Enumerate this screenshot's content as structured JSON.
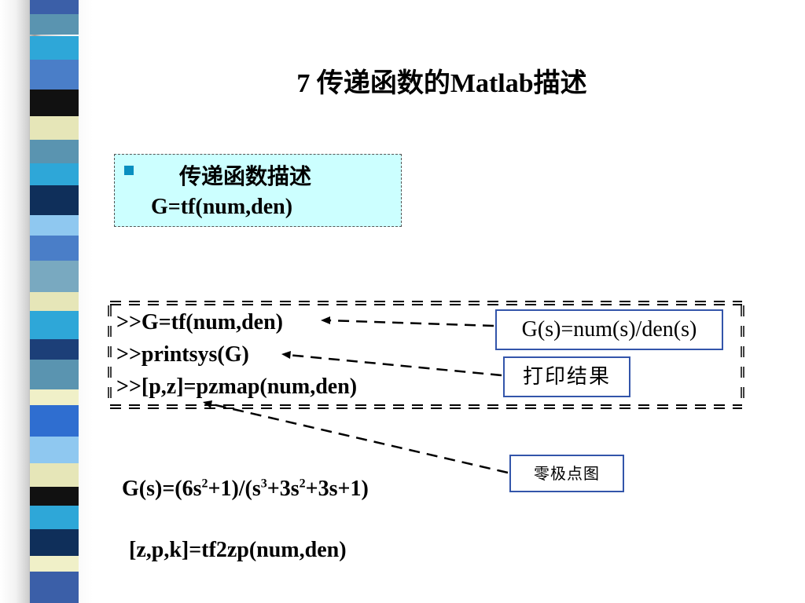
{
  "slide": {
    "title": "7 传递函数的Matlab描述"
  },
  "definition_box": {
    "heading": "传递函数描述",
    "syntax": "G=tf(num,den)"
  },
  "commands": [
    ">>G=tf(num,den)",
    ">>printsys(G)",
    ">>[p,z]=pzmap(num,den)"
  ],
  "callouts": {
    "formula": "G(s)=num(s)/den(s)",
    "print_result": "打印结果",
    "pole_zero_plot": "零极点图"
  },
  "transfer_function": {
    "prefix": "G(s)=(6s",
    "e1": "2",
    "p2": "+1)/(s",
    "e2": "3",
    "p3": "+3s",
    "e3": "2",
    "p4": "+3s+1)"
  },
  "tf2zp_command": "[z,p,k]=tf2zp(num,den)",
  "colors": {
    "definition_box_bg": "#ccffff",
    "bullet": "#0a8fc0",
    "callout_border": "#3355aa"
  }
}
